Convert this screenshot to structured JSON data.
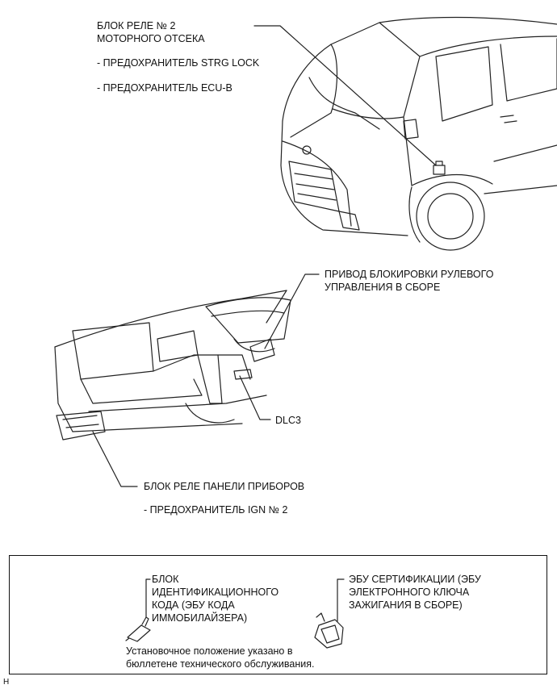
{
  "engine_relay": {
    "line1": "БЛОК РЕЛЕ № 2",
    "line2": "МОТОРНОГО ОТСЕКА",
    "fuse1": "- ПРЕДОХРАНИТЕЛЬ STRG LOCK",
    "fuse2": "- ПРЕДОХРАНИТЕЛЬ ECU-B"
  },
  "steering_lock": {
    "line1": "ПРИВОД БЛОКИРОВКИ РУЛЕВОГО",
    "line2": "УПРАВЛЕНИЯ В СБОРЕ"
  },
  "dlc3": "DLC3",
  "instrument_relay": {
    "title": "БЛОК РЕЛЕ ПАНЕЛИ ПРИБОРОВ",
    "fuse": "- ПРЕДОХРАНИТЕЛЬ IGN № 2"
  },
  "inset": {
    "id_box": {
      "line1": "БЛОК",
      "line2": "ИДЕНТИФИКАЦИОННОГО",
      "line3": "КОДА (ЭБУ КОДА",
      "line4": "ИММОБИЛАЙЗЕРА)"
    },
    "cert_ecu": {
      "line1": "ЭБУ СЕРТИФИКАЦИИ (ЭБУ",
      "line2": "ЭЛЕКТРОННОГО КЛЮЧА",
      "line3": "ЗАЖИГАНИЯ В СБОРЕ)"
    },
    "note_line1": "Установочное положение указано в",
    "note_line2": "бюллетене технического обслуживания."
  },
  "corner_mark": "H"
}
